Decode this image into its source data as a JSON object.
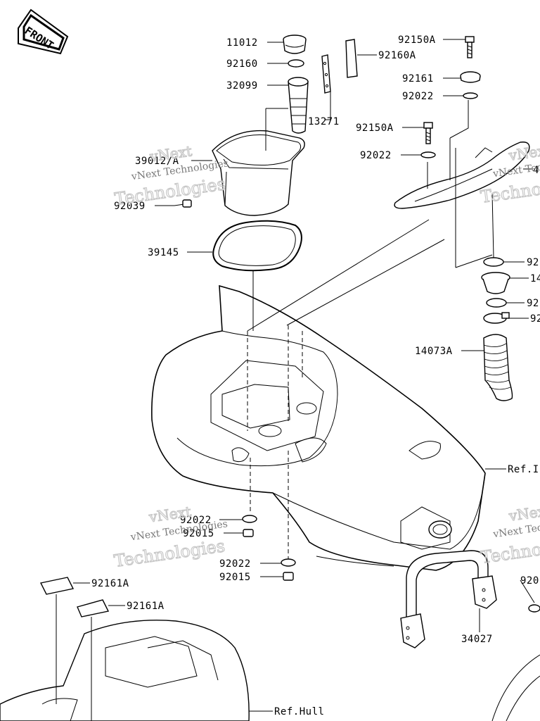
{
  "front_badge": {
    "label": "FRONT"
  },
  "labels": {
    "l11012": "11012",
    "l92160": "92160",
    "l32099": "32099",
    "l13271": "13271",
    "l39012A": "39012/A",
    "l92039": "92039",
    "l39145": "39145",
    "l92150A_top": "92150A",
    "l92160A": "92160A",
    "l92161": "92161",
    "l92022_top": "92022",
    "l92150A_mid": "92150A",
    "l92022_mid": "92022",
    "l14073A": "14073A",
    "r92a": "92",
    "r14": "14",
    "r92b": "92",
    "r92c": "92",
    "r4": "4",
    "l92022_low1": "92022",
    "l92015_low1": "92015",
    "l92022_low2": "92022",
    "l92015_low2": "92015",
    "l92161A_1": "92161A",
    "l92161A_2": "92161A",
    "l34027": "34027",
    "r920": "920",
    "ref_right": "Ref.I",
    "ref_hull": "Ref.Hull"
  },
  "watermark": {
    "line1": "vNext",
    "line2": "vNext Technologies",
    "line3": "Technologies"
  }
}
